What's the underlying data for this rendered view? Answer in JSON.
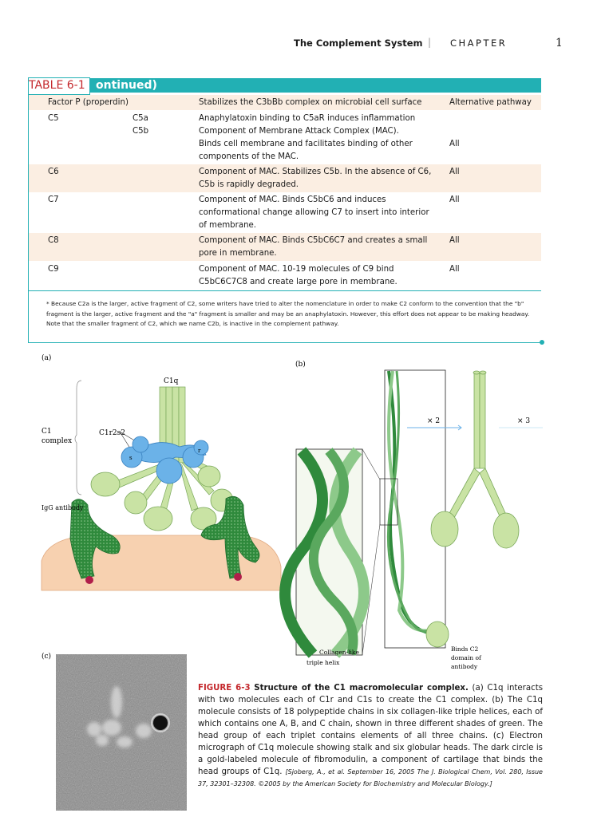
{
  "running_head": {
    "title": "The Complement System",
    "separator": "|",
    "chapter": "CHAPTER",
    "page": "1"
  },
  "table": {
    "label": "TABLE 6-1",
    "continued": "ontinued)",
    "rows": [
      {
        "c1": "Factor P (properdin)",
        "c2": "",
        "c3": [
          "Stabilizes the C3bBb complex on microbial cell surface"
        ],
        "c4": "Alternative pathway"
      },
      {
        "c1": "C5",
        "c2": "C5a",
        "c3": [
          "Anaphylatoxin binding to C5aR induces inflammation",
          "Component of Membrane Attack Complex (MAC).",
          "Binds cell membrane and facilitates binding of other",
          "components of the MAC."
        ],
        "c2b": "C5b",
        "c4": "All"
      },
      {
        "c1": "C6",
        "c2": "",
        "c3": [
          "Component of MAC. Stabilizes C5b. In the absence of C6,",
          "C5b is rapidly degraded."
        ],
        "c4": "All"
      },
      {
        "c1": "C7",
        "c2": "",
        "c3": [
          "Component of MAC. Binds C5bC6 and induces",
          "conformational change allowing C7 to insert into interior",
          "of membrane."
        ],
        "c4": "All"
      },
      {
        "c1": "C8",
        "c2": "",
        "c3": [
          "Component of MAC. Binds C5bC6C7 and creates a small",
          "pore in membrane."
        ],
        "c4": "All"
      },
      {
        "c1": "C9",
        "c2": "",
        "c3": [
          "Component of MAC. 10-19 molecules of C9 bind",
          "C5bC6C7C8 and create large pore in membrane."
        ],
        "c4": "All"
      }
    ],
    "footnote": "* Because C2a is the larger, active fragment of C2, some writers have tried to alter the nomenclature in order to make C2 conform to the convention that the \"b\" fragment is the larger, active fragment and the \"a\" fragment is smaller and may be an anaphylatoxin. However, this effort does not appear to be making headway. Note that the smaller fragment of C2, which we name C2b, is inactive in the complement pathway."
  },
  "figure": {
    "panel_a": "(a)",
    "panel_b": "(b)",
    "panel_c": "(c)",
    "c1q": "C1q",
    "c1r2s2": "C1r2s2",
    "c1_complex_1": "C1",
    "c1_complex_2": "complex",
    "igg": "IgG antibody",
    "r_label": "r",
    "s_label": "s",
    "x2": "× 2",
    "x3": "× 3",
    "collagen_1": "Collagen-like",
    "collagen_2": "triple helix",
    "binds_1": "Binds C⁩2",
    "binds_2": "domain of",
    "binds_3": "antibody"
  },
  "caption": {
    "number": "FIGURE 6-3",
    "title": "Structure of the C1 macromolecular complex.",
    "body": " (a) C1q interacts with two molecules each of C1r and C1s to create the C1 complex. (b) The C1q molecule consists of 18 polypeptide chains in six collagen-like triple helices, each of which contains one A, B, and C chain, shown in three different shades of green. The head group of each triplet contains elements of all three chains. (c) Electron micrograph of C1q molecule showing stalk and six globular heads. The dark circle is a gold-labeled molecule of fibromodulin, a component of cartilage that binds the head groups of C1q.",
    "reference": " [Sjoberg, A., et al. September 16, 2005 The J. Biological Chem, Vol. 280, Issue 37, 32301–32308. ©2005 by the American Society for Biochemistry and Molecular Biology.]"
  },
  "colors": {
    "teal": "#22b0b4",
    "red": "#c4282c",
    "shade": "#fbeee2",
    "light_green": "#c9e3a4",
    "dark_green": "#2f8a3c",
    "blue": "#6bb2e8"
  }
}
